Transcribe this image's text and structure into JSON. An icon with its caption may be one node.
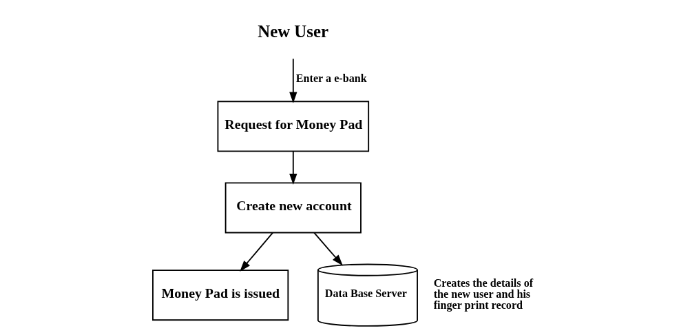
{
  "diagram": {
    "nodes": [
      {
        "text": [
          "New User"
        ]
      },
      {
        "text": [
          "Request for Money Pad"
        ]
      },
      {
        "text": [
          "Create new account"
        ]
      },
      {
        "text": [
          "Data Base Server"
        ],
        "beside": [
          "Creates the details of the new user and his finger print record"
        ]
      },
      {
        "text": [
          "Money Pad is issued"
        ]
      }
    ],
    "edges": [
      {
        "from": 0,
        "to": 1,
        "arrow": "to",
        "label": "Enter a e-bank"
      },
      {
        "from": 1,
        "to": 2,
        "arrow": "to"
      },
      {
        "from": 2,
        "to": 4,
        "arrow": "to"
      },
      {
        "from": 2,
        "to": 3,
        "arrow": "to"
      }
    ]
  }
}
